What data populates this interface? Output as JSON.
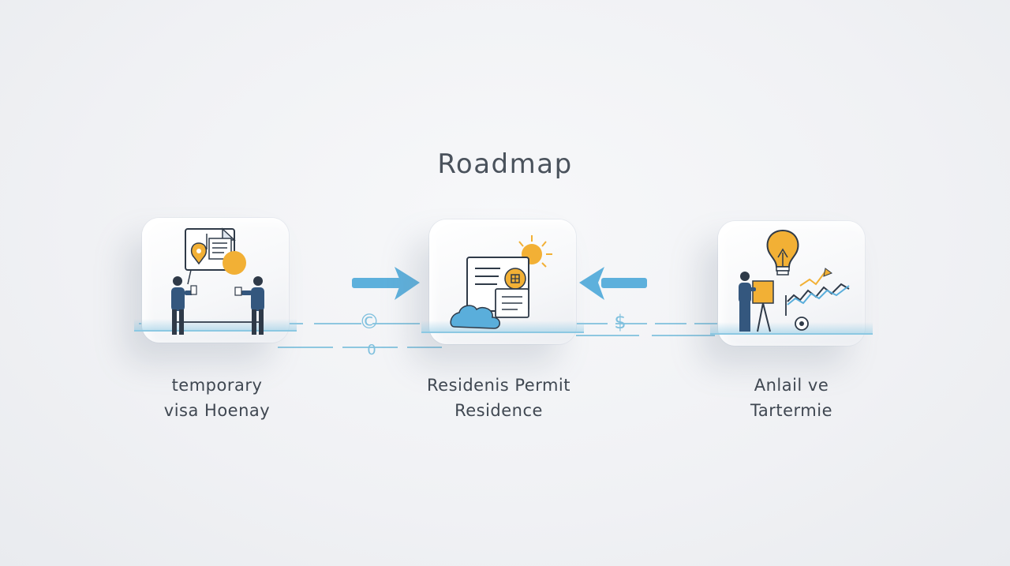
{
  "title": "Roadmap",
  "steps": [
    {
      "line1": "temporary",
      "line2": "visa Hoenay",
      "icon": "meeting-document-icon"
    },
    {
      "line1": "Residenis Permit",
      "line2": "Residence",
      "icon": "residence-permit-document-icon"
    },
    {
      "line1": "Anlail ve",
      "line2": "Tartermie",
      "icon": "idea-growth-chart-icon"
    }
  ],
  "connector_glyphs": {
    "copyright": "©",
    "dollar": "$",
    "zero": "0"
  },
  "colors": {
    "accent_blue": "#5aaedb",
    "accent_orange": "#f2b035",
    "ink": "#2f3a48",
    "navy": "#34577e"
  }
}
